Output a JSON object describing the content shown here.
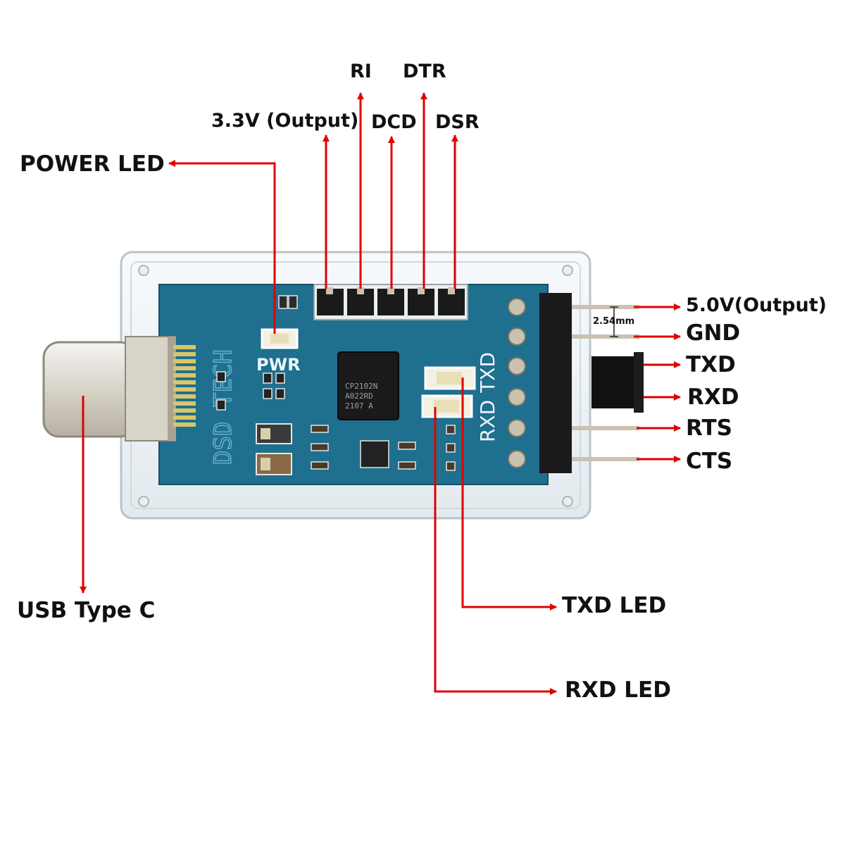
{
  "labels": {
    "ri": "RI",
    "dtr": "DTR",
    "v33": "3.3V (Output)",
    "dcd": "DCD",
    "dsr": "DSR",
    "power_led": "POWER LED",
    "v50": "5.0V(Output)",
    "pitch": "2.54mm",
    "gnd": "GND",
    "txd": "TXD",
    "rxd": "RXD",
    "rts": "RTS",
    "cts": "CTS",
    "usb": "USB Type C",
    "txd_led": "TXD LED",
    "rxd_led": "RXD LED"
  },
  "silkscreen": {
    "pwr": "PWR",
    "txd": "TXD",
    "rxd": "RXD",
    "brand": "DSD TECH",
    "chip_l1": "CP2102N",
    "chip_l2": "A022RD",
    "chip_l3": "2107 A"
  },
  "colors": {
    "arrow": "#e00000",
    "pcb": "#1f6f8f",
    "case": "#eef3f6",
    "pin": "#c9c2b0",
    "header": "#1a1a1a"
  }
}
